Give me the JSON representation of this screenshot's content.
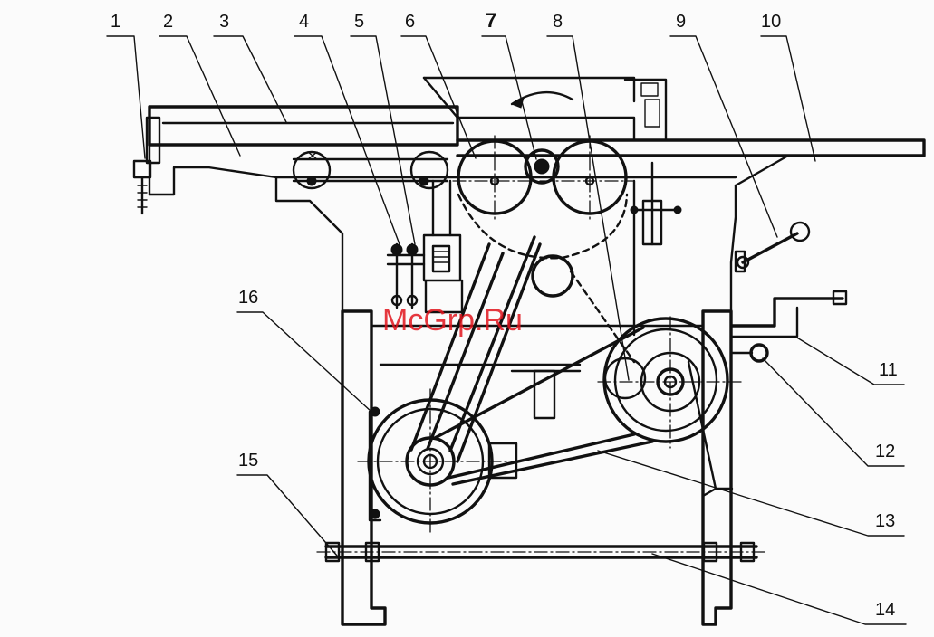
{
  "diagram": {
    "callouts": [
      "1",
      "2",
      "3",
      "4",
      "5",
      "6",
      "7",
      "8",
      "9",
      "10",
      "11",
      "12",
      "13",
      "14",
      "15",
      "16"
    ]
  },
  "watermark": {
    "text": "McGrp.Ru",
    "color": "#e0141c"
  },
  "colors": {
    "ink": "#111111",
    "background": "#fbfbfb"
  }
}
